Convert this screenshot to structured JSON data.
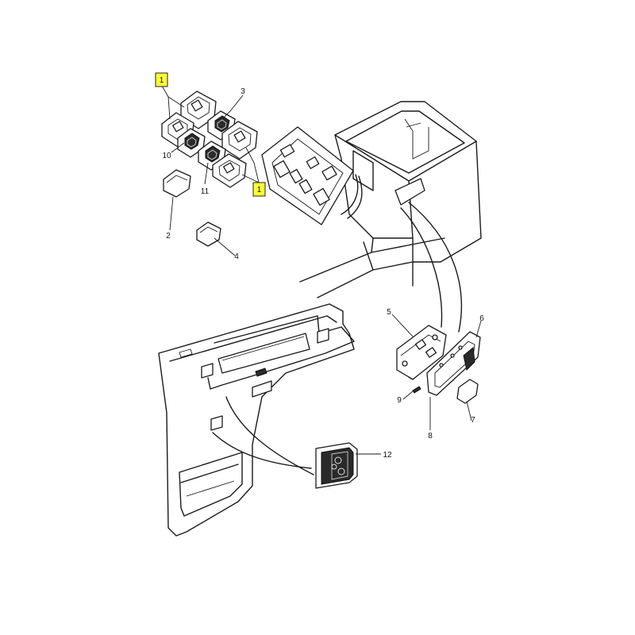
{
  "colors": {
    "highlight": "#ffff33",
    "line": "#1a1a1a",
    "background": "#ffffff"
  },
  "callouts": {
    "c1a": "1",
    "c1b": "1",
    "c2": "2",
    "c3": "3",
    "c4": "4",
    "c5": "5",
    "c6": "6",
    "c7": "7",
    "c8": "8",
    "c9": "9",
    "c10": "10",
    "c11": "11",
    "c12": "12"
  }
}
